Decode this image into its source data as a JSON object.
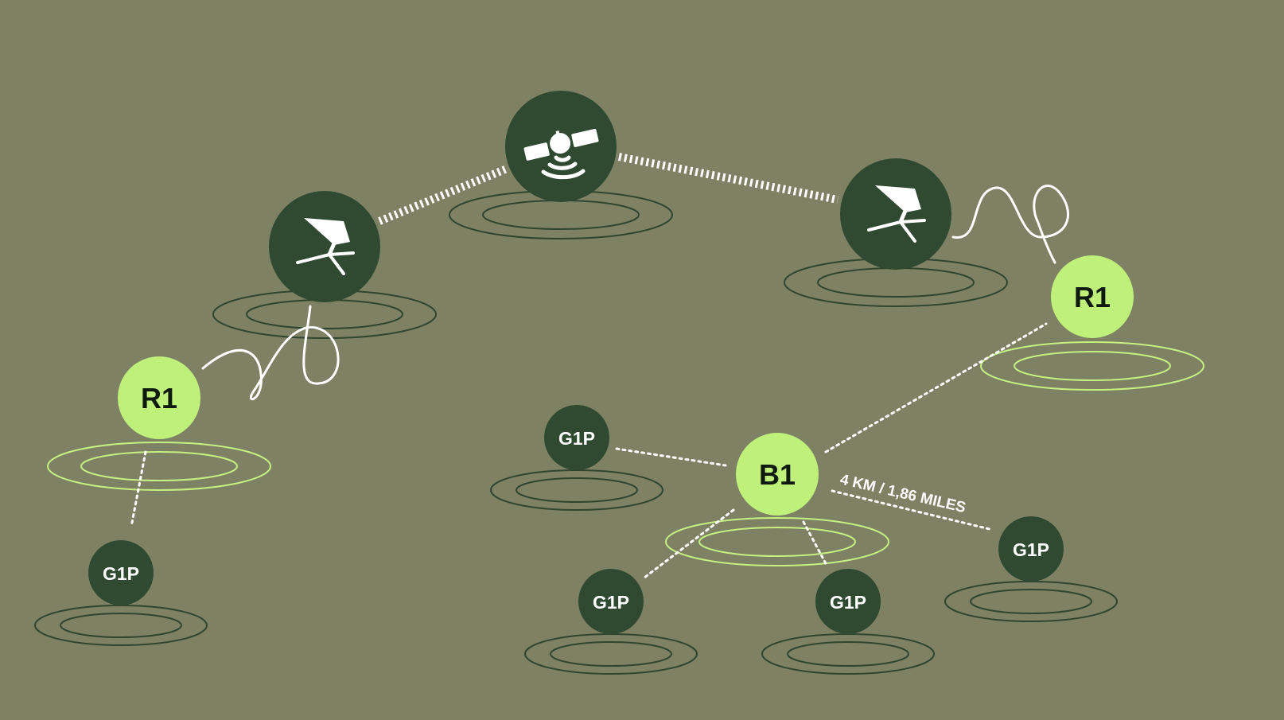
{
  "colors": {
    "background": "#7f8164",
    "node_dark": "#2f4a31",
    "node_light": "#bef07a",
    "ring_dark": "#2f4530",
    "ring_light": "#c6f081",
    "link": "#ffffff",
    "label_dark": "#ffffff",
    "label_light": "#0f1a0f"
  },
  "nodes": {
    "satellite": {
      "icon": "satellite-icon"
    },
    "dish_left": {
      "icon": "dish-icon"
    },
    "dish_right": {
      "icon": "dish-icon"
    },
    "router_left": {
      "label": "R1"
    },
    "router_right": {
      "label": "R1"
    },
    "booster": {
      "label": "B1"
    },
    "gateways": [
      {
        "label": "G1P"
      },
      {
        "label": "G1P"
      },
      {
        "label": "G1P"
      },
      {
        "label": "G1P"
      },
      {
        "label": "G1P"
      }
    ]
  },
  "annotations": {
    "distance": "4 KM / 1,86 MILES"
  }
}
